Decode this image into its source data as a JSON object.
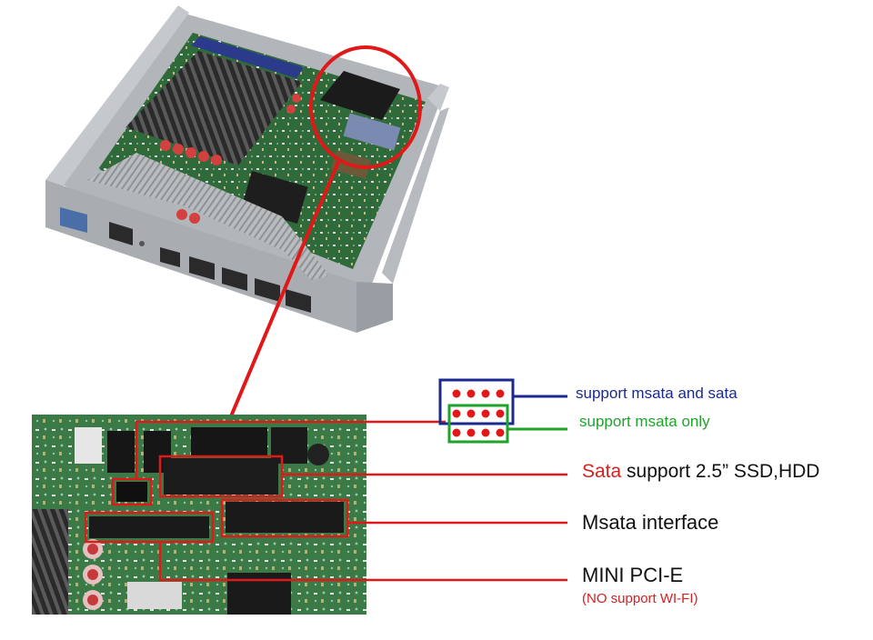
{
  "legend": {
    "support_msata_and_sata": "support msata and sata",
    "support_msata_only": "support msata only"
  },
  "callouts": {
    "sata_word": "Sata",
    "sata_rest": " support 2.5” SSD,HDD",
    "msata": "Msata interface",
    "mini_pcie": "MINI PCI-E",
    "no_wifi": "(NO support WI-FI)"
  },
  "colors": {
    "callout_red": "#d62020",
    "legend_blue": "#1a2a8c",
    "legend_green": "#1fa32a",
    "board_green": "#2f6b3a",
    "chassis_grey": "#9a9ea4"
  }
}
